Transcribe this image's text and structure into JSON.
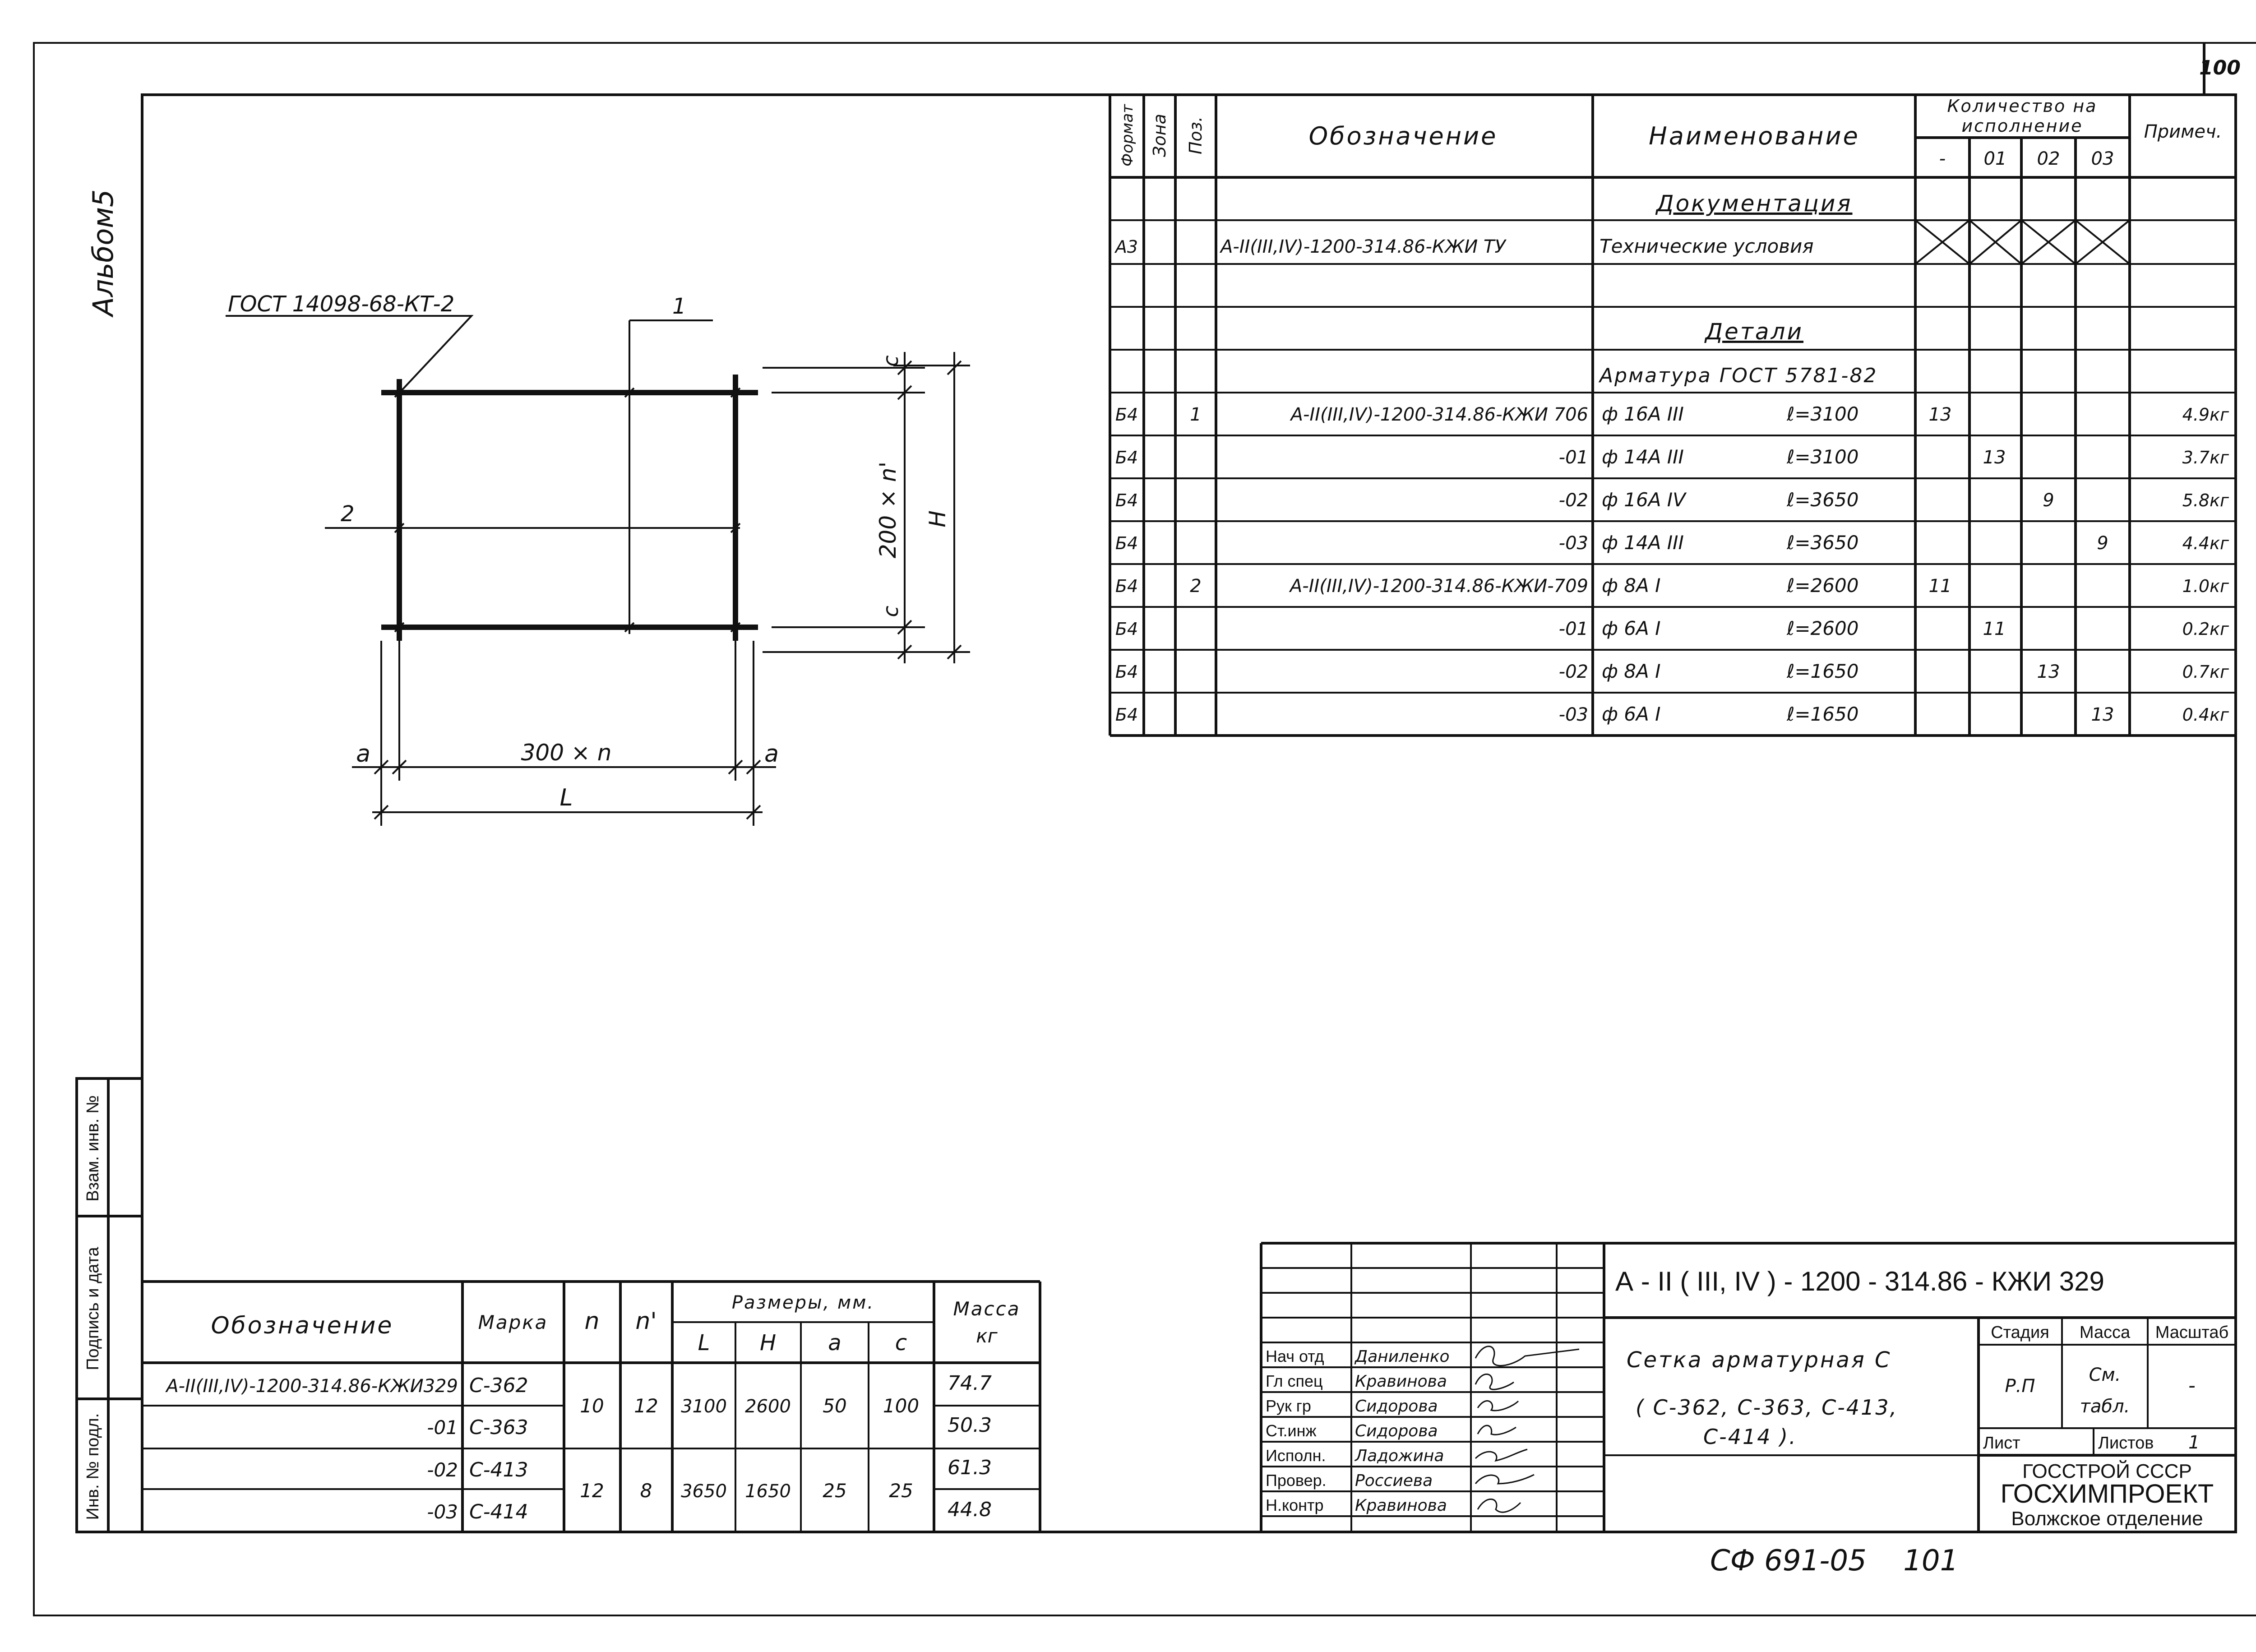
{
  "sheet": {
    "page_number": "100",
    "album_label": "Альбом5",
    "bottom_note": "СФ 691-05    101"
  },
  "side_stamp": {
    "vzam": "Взам. инв. №",
    "podpis": "Подпись и дата",
    "inv": "Инв. № подл."
  },
  "drawing": {
    "weld_label": "ГОСТ 14098-68-КТ-2",
    "pos1": "1",
    "pos2": "2",
    "dim_c_top": "с",
    "dim_c_bottom": "с",
    "dim_vertical": "200 × n'",
    "dim_H": "Н",
    "dim_a_left": "а",
    "dim_a_right": "а",
    "dim_horizontal": "300 × n",
    "dim_L": "L"
  },
  "spec": {
    "headers": {
      "format": "Формат",
      "zone": "Зона",
      "pos": "Поз.",
      "designation": "Обозначение",
      "name": "Наименование",
      "qty_line1": "Количество на",
      "qty_line2": "исполнение",
      "qty_cols": [
        "-",
        "01",
        "02",
        "03"
      ],
      "note": "Примеч."
    },
    "section_docs": "Документация",
    "doc_row": {
      "format": "А3",
      "designation": "А-II(III,IV)-1200-314.86-КЖИ ТУ",
      "name": "Технические условия"
    },
    "section_parts": "Детали",
    "subsection": "Арматура ГОСТ 5781-82",
    "rows": [
      {
        "format": "Б4",
        "pos": "1",
        "designation": "А-II(III,IV)-1200-314.86-КЖИ 706",
        "name": "ф 16А III",
        "length": "ℓ=3100",
        "q0": "13",
        "q1": "",
        "q2": "",
        "q3": "",
        "note": "4.9кг"
      },
      {
        "format": "Б4",
        "pos": "",
        "designation": "-01",
        "name": "ф 14А III",
        "length": "ℓ=3100",
        "q0": "",
        "q1": "13",
        "q2": "",
        "q3": "",
        "note": "3.7кг"
      },
      {
        "format": "Б4",
        "pos": "",
        "designation": "-02",
        "name": "ф 16А IV",
        "length": "ℓ=3650",
        "q0": "",
        "q1": "",
        "q2": "9",
        "q3": "",
        "note": "5.8кг"
      },
      {
        "format": "Б4",
        "pos": "",
        "designation": "-03",
        "name": "ф 14А III",
        "length": "ℓ=3650",
        "q0": "",
        "q1": "",
        "q2": "",
        "q3": "9",
        "note": "4.4кг"
      },
      {
        "format": "Б4",
        "pos": "2",
        "designation": "А-II(III,IV)-1200-314.86-КЖИ-709",
        "name": "ф 8А I",
        "length": "ℓ=2600",
        "q0": "11",
        "q1": "",
        "q2": "",
        "q3": "",
        "note": "1.0кг"
      },
      {
        "format": "Б4",
        "pos": "",
        "designation": "-01",
        "name": "ф 6А I",
        "length": "ℓ=2600",
        "q0": "",
        "q1": "11",
        "q2": "",
        "q3": "",
        "note": "0.2кг"
      },
      {
        "format": "Б4",
        "pos": "",
        "designation": "-02",
        "name": "ф 8А I",
        "length": "ℓ=1650",
        "q0": "",
        "q1": "",
        "q2": "13",
        "q3": "",
        "note": "0.7кг"
      },
      {
        "format": "Б4",
        "pos": "",
        "designation": "-03",
        "name": "ф 6А I",
        "length": "ℓ=1650",
        "q0": "",
        "q1": "",
        "q2": "",
        "q3": "13",
        "note": "0.4кг"
      }
    ]
  },
  "mark_table": {
    "headers": {
      "designation": "Обозначение",
      "mark": "Марка",
      "n": "n",
      "n2": "n'",
      "sizes": "Размеры, мм.",
      "L": "L",
      "H": "Н",
      "a": "а",
      "c": "с",
      "mass_line1": "Масса",
      "mass_line2": "кг"
    },
    "rows": [
      {
        "designation": "А-II(III,IV)-1200-314.86-КЖИ329",
        "mark": "С-362",
        "mass": "74.7"
      },
      {
        "designation": "-01",
        "mark": "С-363",
        "mass": "50.3"
      },
      {
        "designation": "-02",
        "mark": "С-413",
        "mass": "61.3"
      },
      {
        "designation": "-03",
        "mark": "С-414",
        "mass": "44.8"
      }
    ],
    "groups": [
      {
        "n": "10",
        "n2": "12",
        "L": "3100",
        "H": "2600",
        "a": "50",
        "c": "100"
      },
      {
        "n": "12",
        "n2": "8",
        "L": "3650",
        "H": "1650",
        "a": "25",
        "c": "25"
      }
    ]
  },
  "title_block": {
    "code": "А - II ( III, IV ) - 1200 - 314.86 - КЖИ 329",
    "title_line1": "Сетка арматурная С",
    "title_line2": "( С-362, С-363, С-413,",
    "title_line3": "С-414 ).",
    "roles": [
      {
        "role": "Нач отд",
        "name": "Даниленко"
      },
      {
        "role": "Гл спец",
        "name": "Кравинова"
      },
      {
        "role": "Рук гр",
        "name": "Сидорова"
      },
      {
        "role": "Ст.инж",
        "name": "Сидорова"
      },
      {
        "role": "Исполн.",
        "name": "Ладожина"
      },
      {
        "role": "Провер.",
        "name": "Россиева"
      },
      {
        "role": "Н.контр",
        "name": "Кравинова"
      }
    ],
    "stage_label": "Стадия",
    "mass_label": "Масса",
    "scale_label": "Масштаб",
    "stage": "Р.П",
    "mass_line1": "См.",
    "mass_line2": "табл.",
    "scale": "-",
    "sheet_label": "Лист",
    "sheets_label": "Листов",
    "sheets": "1",
    "org1": "ГОССТРОЙ СССР",
    "org2": "ГОСХИМПРОЕКТ",
    "org3": "Волжское отделение"
  }
}
